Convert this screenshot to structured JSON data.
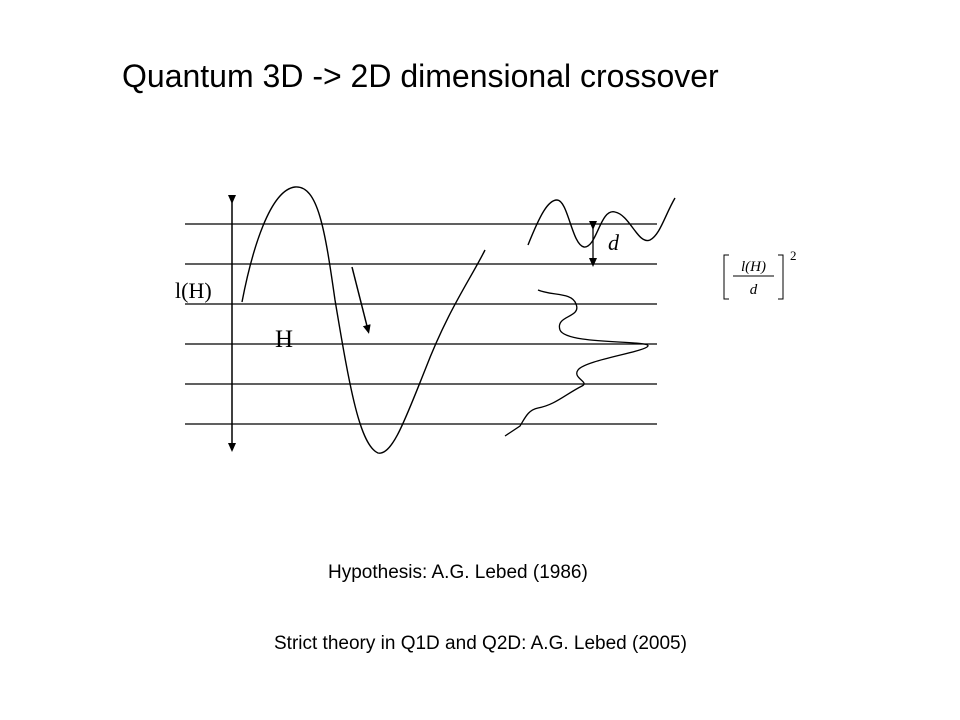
{
  "slide": {
    "title": "Quantum 3D -> 2D dimensional crossover",
    "hypothesis": "Hypothesis: A.G. Lebed (1986)",
    "strict_theory": "Strict theory in Q1D and Q2D: A.G.  Lebed (2005)"
  },
  "diagram": {
    "length_label": "l(H)",
    "field_label": "H",
    "spacing_label": "d",
    "formula": {
      "numerator": "l(H)",
      "denominator": "d",
      "exponent": "2"
    }
  }
}
